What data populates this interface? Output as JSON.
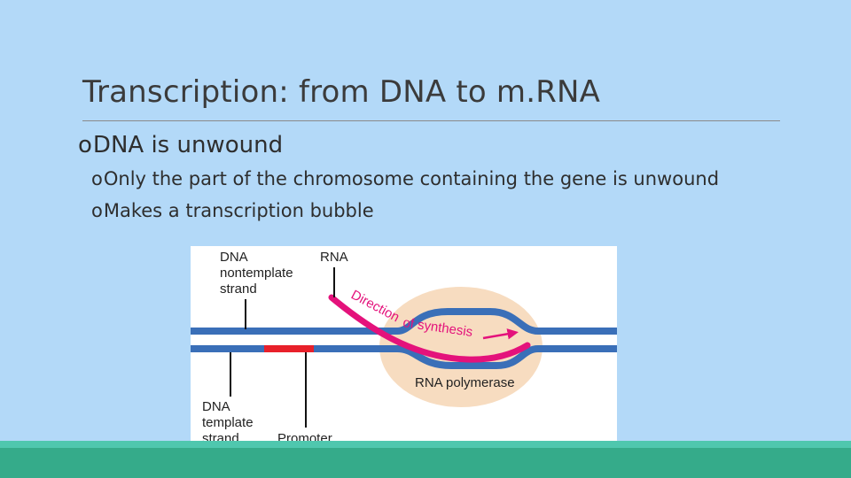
{
  "slide": {
    "title": "Transcription: from DNA to m.RNA",
    "bullets": [
      {
        "marker": "o",
        "text": "DNA is unwound",
        "level": 1
      },
      {
        "marker": "o",
        "text": "Only the part of the chromosome containing the gene is unwound",
        "level": 2
      },
      {
        "marker": "o",
        "text": "Makes a transcription bubble",
        "level": 2
      }
    ]
  },
  "diagram": {
    "labels": {
      "nontemplate_line1": "DNA",
      "nontemplate_line2": "nontemplate",
      "nontemplate_line3": "strand",
      "rna": "RNA",
      "direction_part1": "Direction",
      "direction_part2": "of synthesis",
      "polymerase": "RNA polymerase",
      "template_line1": "DNA",
      "template_line2": "template",
      "template_line3": "strand",
      "promoter": "Promoter"
    },
    "colors": {
      "dna_strand": "#3a6fb8",
      "rna": "#e4127b",
      "promoter": "#e8202a",
      "polymerase": "#f7dcc0",
      "background": "#b3d9f8",
      "footer_light": "#4fc7ae",
      "footer_dark": "#35ab8a"
    }
  }
}
